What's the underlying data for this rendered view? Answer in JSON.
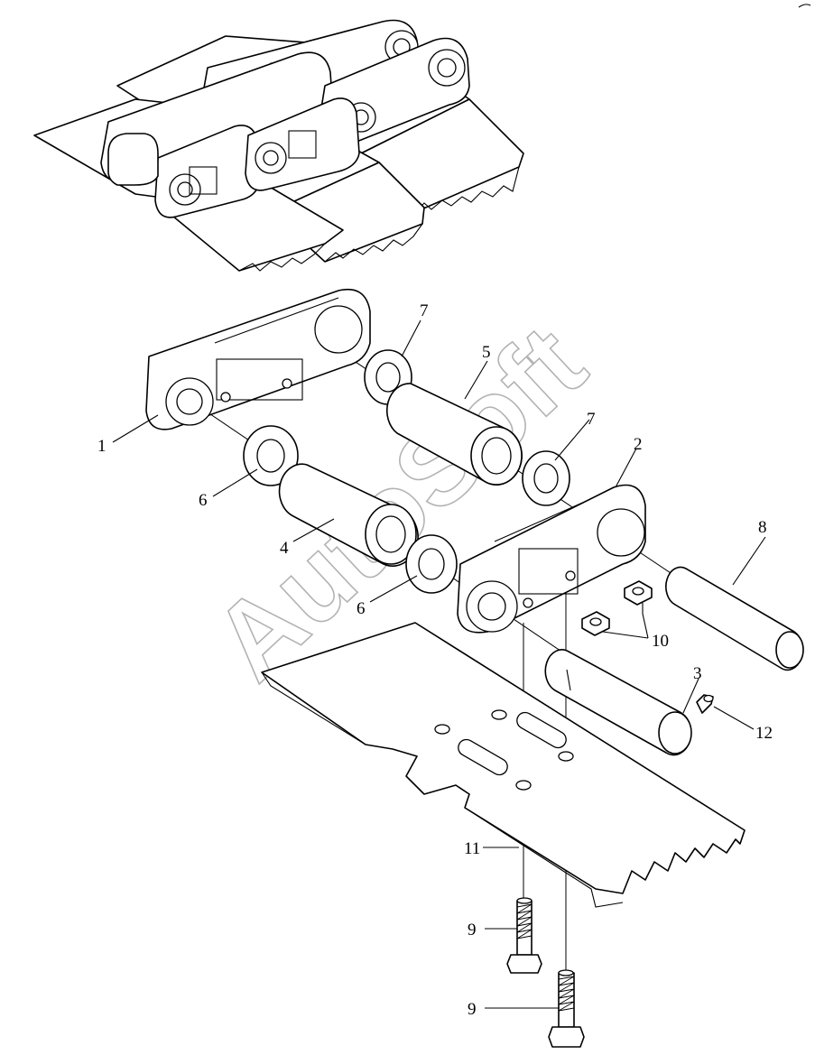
{
  "watermark": "AutoSoft",
  "callouts": {
    "c1": "1",
    "c2": "2",
    "c3": "3",
    "c4": "4",
    "c5": "5",
    "c6a": "6",
    "c6b": "6",
    "c7a": "7",
    "c7b": "7",
    "c8": "8",
    "c9a": "9",
    "c9b": "9",
    "c10": "10",
    "c11": "11",
    "c12": "12"
  }
}
